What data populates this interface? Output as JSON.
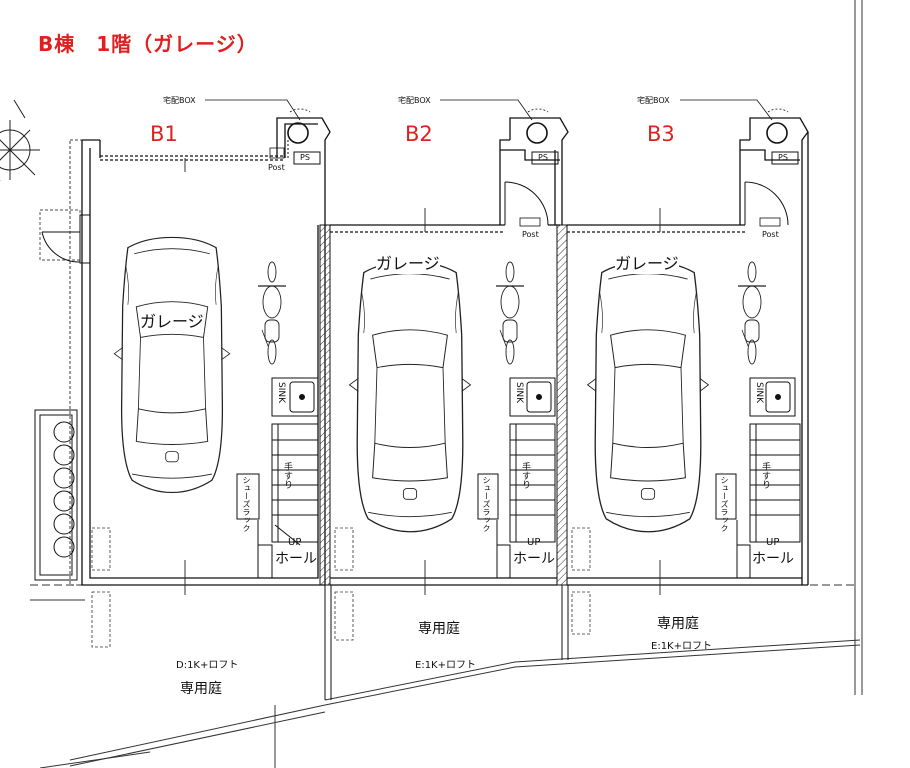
{
  "title": "B棟　1階（ガレージ）",
  "units": [
    {
      "id": "B1",
      "room": "ガレージ",
      "garden": "専用庭",
      "type": "D:1K+ロフト"
    },
    {
      "id": "B2",
      "room": "ガレージ",
      "garden": "専用庭",
      "type": "E:1K+ロフト"
    },
    {
      "id": "B3",
      "room": "ガレージ",
      "garden": "専用庭",
      "type": "E:1K+ロフト"
    }
  ],
  "labels": {
    "delivery_box": "宅配BOX",
    "ps": "PS",
    "post": "Post",
    "sink": "SINK",
    "hall": "ホール",
    "up": "UP",
    "handrail": "手すり",
    "shoe_rack": "シューズラック"
  }
}
